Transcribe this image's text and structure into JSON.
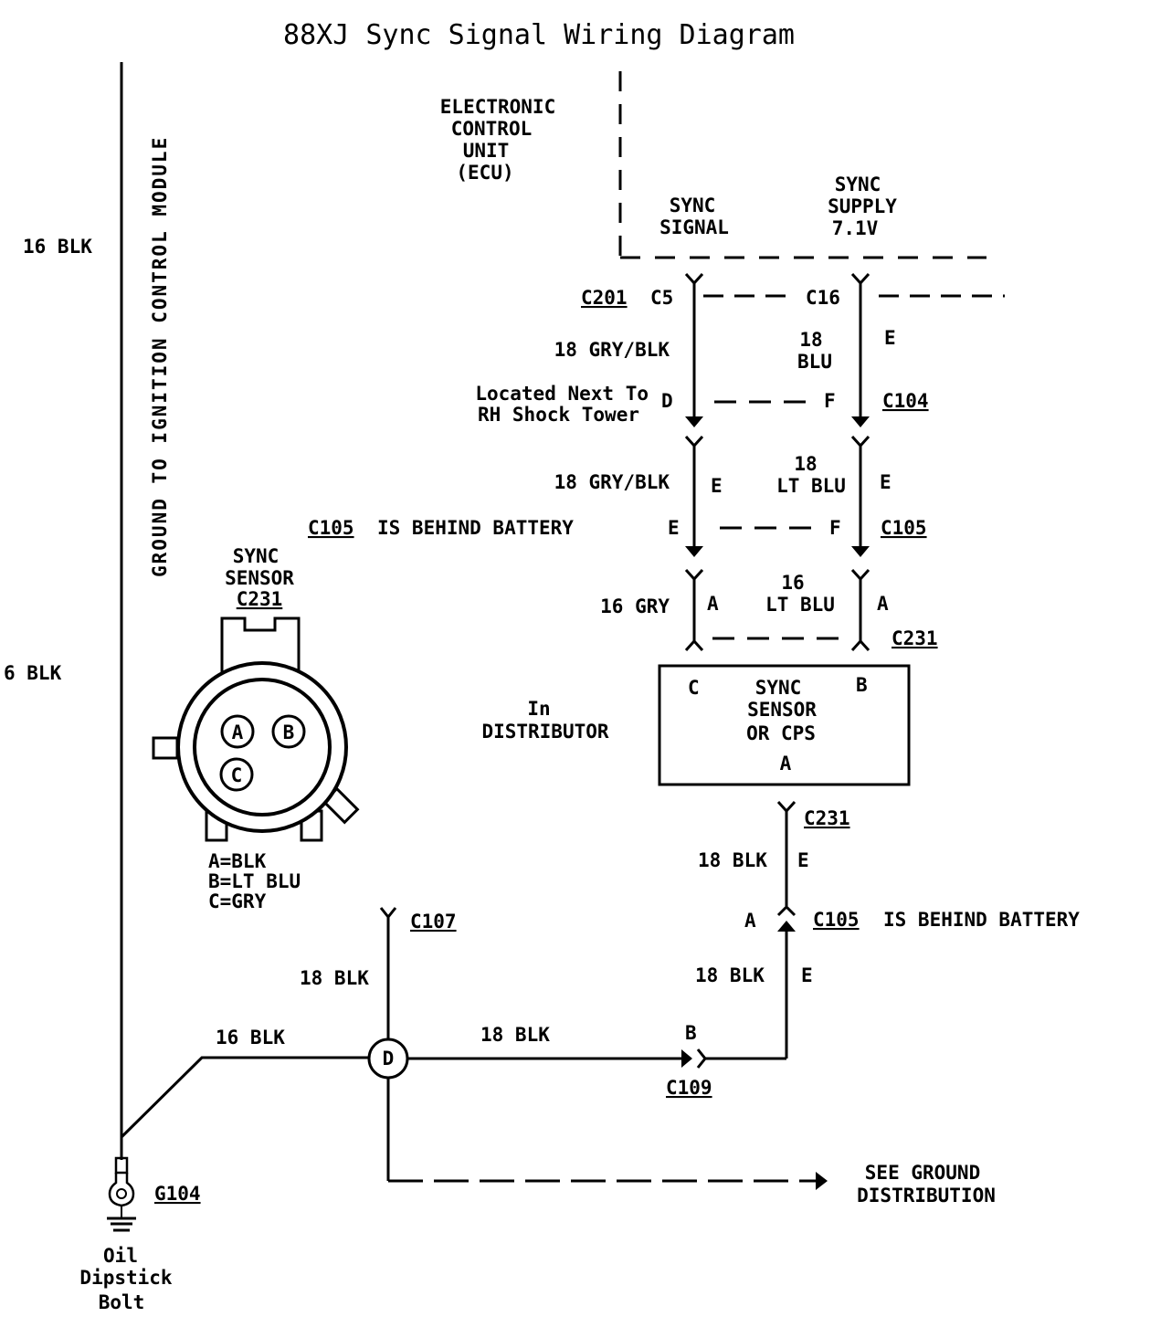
{
  "title": "88XJ Sync Signal Wiring Diagram",
  "left_wire": {
    "upper_label": "16 BLK",
    "lower_label": "6 BLK",
    "vertical_label": "GROUND TO IGNITION CONTROL MODULE"
  },
  "ecu": {
    "name_lines": [
      "ELECTRONIC",
      "CONTROL",
      "UNIT",
      "(ECU)"
    ],
    "sync_signal": [
      "SYNC",
      "SIGNAL"
    ],
    "sync_supply": [
      "SYNC",
      "SUPPLY",
      "7.1V"
    ]
  },
  "connectors": {
    "c201": "C201",
    "c5": "C5",
    "c16": "C16",
    "c104": "C104",
    "c105": "C105",
    "c231": "C231",
    "c107": "C107",
    "c109": "C109",
    "g104": "G104"
  },
  "signal_path": {
    "wire1": "18 GRY/BLK",
    "c104_note": [
      "Located Next To",
      "RH Shock Tower"
    ],
    "c104_pin_left": "D",
    "c104_pin_right": "F",
    "wire2": "18 GRY/BLK",
    "wire2_pin": "E",
    "c105_note_suffix": "IS BEHIND BATTERY",
    "c105_pin_left": "E",
    "c105_pin_right": "F",
    "wire3": "16 GRY",
    "wire3_pin": "A"
  },
  "supply_path": {
    "pin_top": "E",
    "wire1": [
      "18",
      "BLU"
    ],
    "pin_mid": "E",
    "wire2": [
      "18",
      "LT BLU"
    ],
    "wire3": [
      "16",
      "LT BLU"
    ],
    "pin_bottom": "A"
  },
  "sensor_box": {
    "pin_c": "C",
    "pin_b": "B",
    "pin_a": "A",
    "lines": [
      "SYNC",
      "SENSOR",
      "OR CPS"
    ],
    "location": [
      "In",
      "DISTRIBUTOR"
    ]
  },
  "sensor_connector": {
    "title_lines": [
      "SYNC",
      "SENSOR"
    ],
    "connector": "C231",
    "pins": [
      "A",
      "B",
      "C"
    ],
    "legend": [
      "A=BLK",
      "B=LT BLU",
      "C=GRY"
    ]
  },
  "ground_path": {
    "wire_c231": "18 BLK",
    "pin_c231": "E",
    "pin_c105_a": "A",
    "c105_note_suffix": "IS BEHIND BATTERY",
    "wire_c105": "18 BLK",
    "pin_c105_e": "E",
    "pin_c109": "B",
    "wire_splice_c109": "18 BLK",
    "wire_c107": "18 BLK",
    "wire_splice_ground": "16 BLK",
    "splice_label": "D",
    "see_ground": [
      "SEE GROUND",
      "DISTRIBUTION"
    ],
    "ground_location": [
      "Oil",
      "Dipstick",
      "Bolt"
    ]
  }
}
